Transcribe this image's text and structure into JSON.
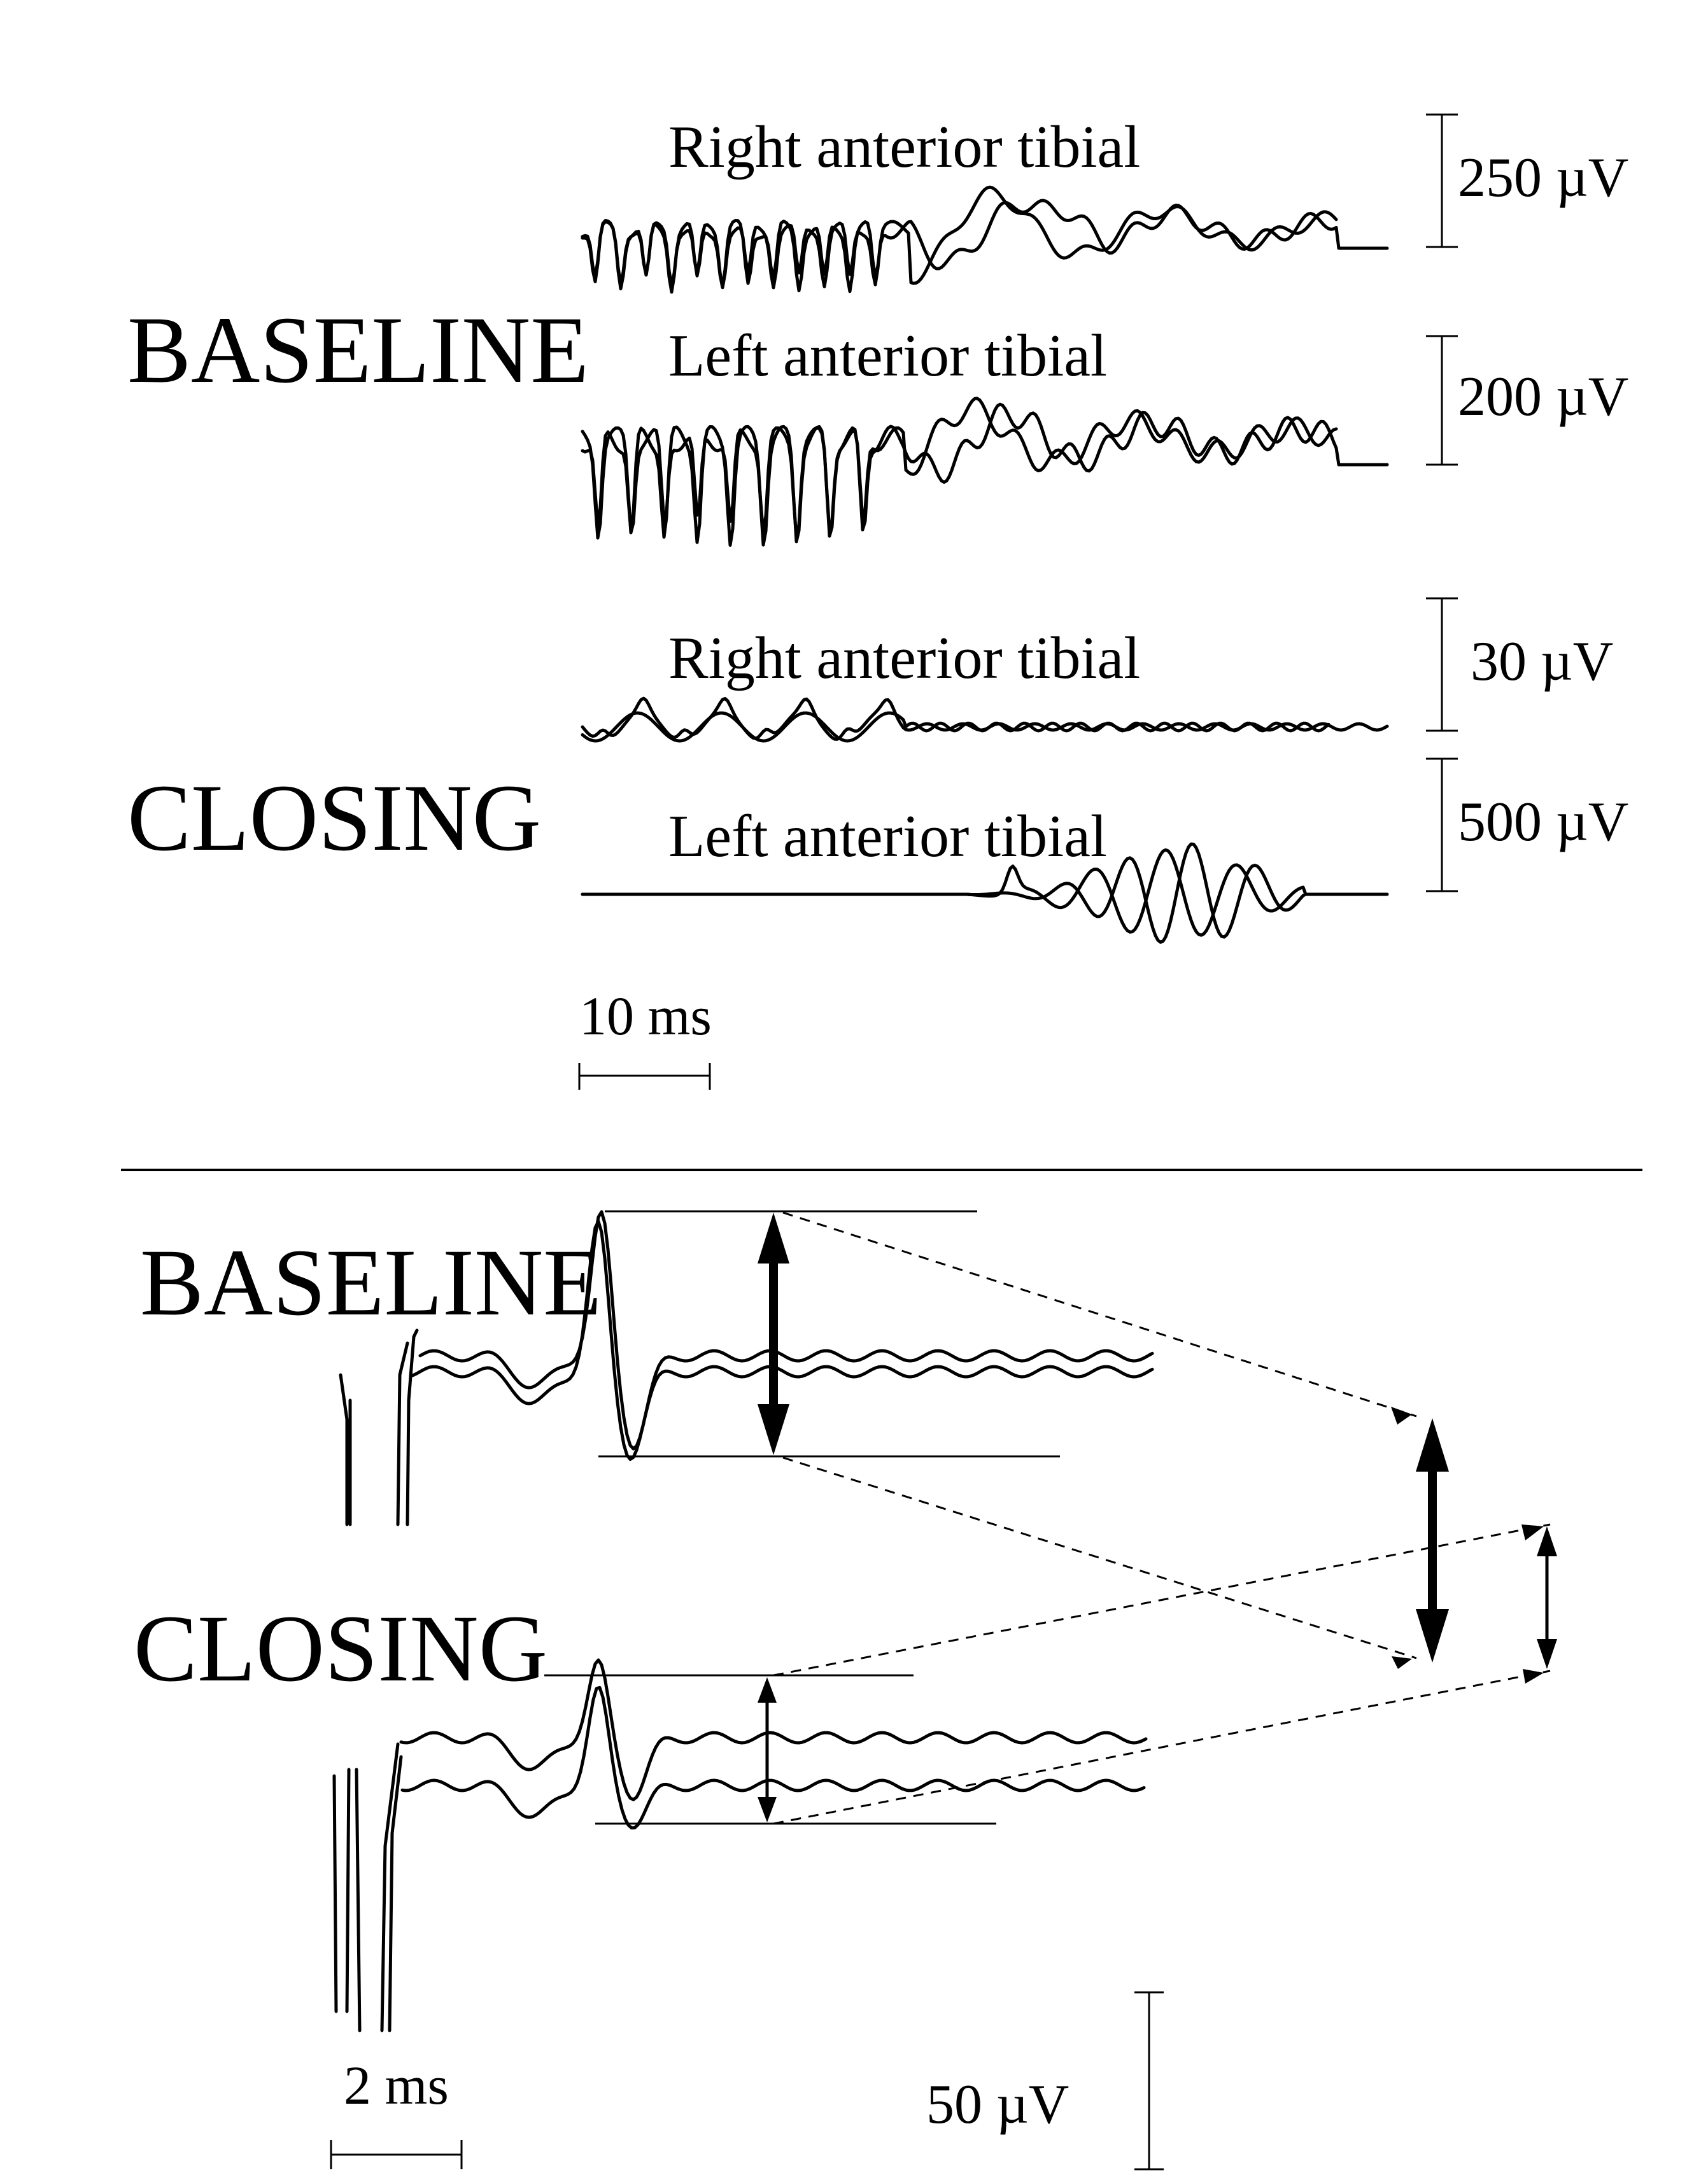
{
  "top_panel": {
    "baseline_label": "BASELINE",
    "closing_label": "CLOSING",
    "traces": [
      {
        "label": "Right anterior tibial",
        "scale": "250 µV"
      },
      {
        "label": "Left anterior tibial",
        "scale": "200 µV"
      },
      {
        "label": "Right anterior tibial",
        "scale": "30 µV"
      },
      {
        "label": "Left anterior tibial",
        "scale": "500 µV"
      }
    ],
    "time_scale": "10 ms"
  },
  "bottom_panel": {
    "baseline_label": "BASELINE",
    "closing_label": "CLOSING",
    "time_scale": "2 ms",
    "amplitude_scale": "50 µV"
  }
}
